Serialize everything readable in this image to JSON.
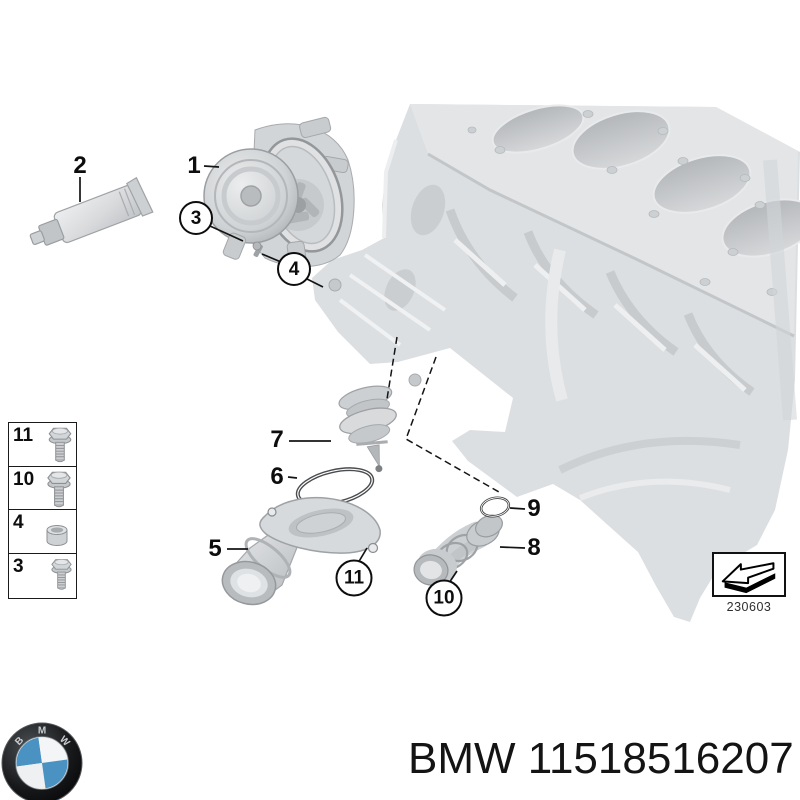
{
  "diagram": {
    "callouts": [
      {
        "num": "1"
      },
      {
        "num": "2"
      },
      {
        "num": "3"
      },
      {
        "num": "4"
      },
      {
        "num": "5"
      },
      {
        "num": "6"
      },
      {
        "num": "7"
      },
      {
        "num": "8"
      },
      {
        "num": "9"
      },
      {
        "num": "10"
      },
      {
        "num": "11"
      }
    ],
    "legend": {
      "items": [
        {
          "num": "11",
          "icon": "flange-bolt-icon"
        },
        {
          "num": "10",
          "icon": "flange-bolt-icon"
        },
        {
          "num": "4",
          "icon": "spacer-sleeve-icon"
        },
        {
          "num": "3",
          "icon": "flange-bolt-icon"
        }
      ]
    },
    "date_code": "230603"
  },
  "footer": {
    "label": "BMW 11518516207",
    "logo": {
      "letters": [
        "B",
        "M",
        "W"
      ],
      "blue": "#4992c1",
      "white": "#f3f5f6",
      "ring": "#101112"
    }
  }
}
